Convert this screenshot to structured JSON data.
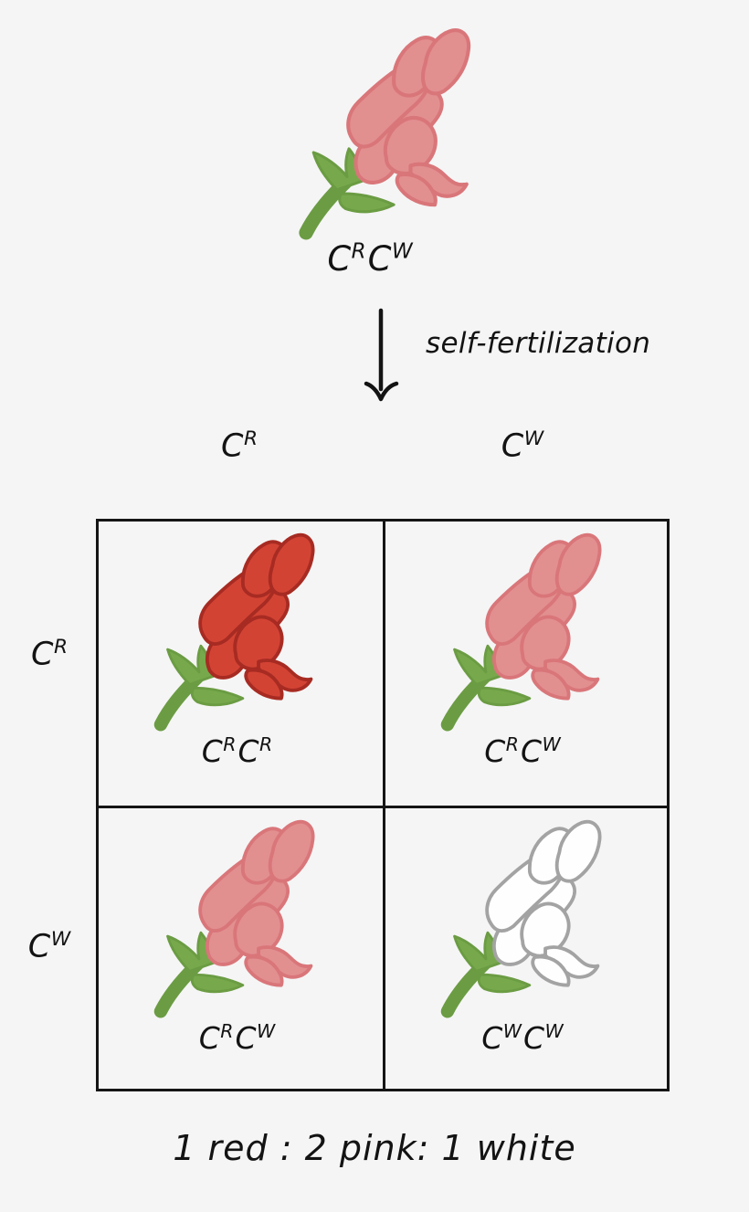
{
  "diagram": {
    "title_text_absent": true,
    "background_color": "#f5f5f5",
    "ink_color": "#131313"
  },
  "parent": {
    "genotype": {
      "allele1": {
        "letter": "C",
        "superscript": "R"
      },
      "allele2": {
        "letter": "C",
        "superscript": "W"
      }
    },
    "flower_name": "pink-snapdragon-flower",
    "flower_color": "pink"
  },
  "cross": {
    "arrow_name": "down-arrow",
    "label": "self-fertilization"
  },
  "punnett": {
    "column_headers": [
      {
        "letter": "C",
        "superscript": "R"
      },
      {
        "letter": "C",
        "superscript": "W"
      }
    ],
    "row_headers": [
      {
        "letter": "C",
        "superscript": "R"
      },
      {
        "letter": "C",
        "superscript": "W"
      }
    ],
    "cells": [
      {
        "id": "cell-1-1",
        "flower_color": "red",
        "flower_name": "red-snapdragon-flower",
        "genotype": {
          "allele1": {
            "letter": "C",
            "superscript": "R"
          },
          "allele2": {
            "letter": "C",
            "superscript": "R"
          }
        }
      },
      {
        "id": "cell-1-2",
        "flower_color": "pink",
        "flower_name": "pink-snapdragon-flower",
        "genotype": {
          "allele1": {
            "letter": "C",
            "superscript": "R"
          },
          "allele2": {
            "letter": "C",
            "superscript": "W"
          }
        }
      },
      {
        "id": "cell-2-1",
        "flower_color": "pink",
        "flower_name": "pink-snapdragon-flower",
        "genotype": {
          "allele1": {
            "letter": "C",
            "superscript": "R"
          },
          "allele2": {
            "letter": "C",
            "superscript": "W"
          }
        }
      },
      {
        "id": "cell-2-2",
        "flower_color": "white",
        "flower_name": "white-snapdragon-flower",
        "genotype": {
          "allele1": {
            "letter": "C",
            "superscript": "W"
          },
          "allele2": {
            "letter": "C",
            "superscript": "W"
          }
        }
      }
    ]
  },
  "ratio": {
    "caption": "1 red : 2 pink: 1 white"
  },
  "colors": {
    "red_fill": "#d34334",
    "red_stroke": "#a72b22",
    "pink_fill": "#e28f90",
    "pink_stroke": "#d9767a",
    "white_fill": "#fefefe",
    "white_stroke": "#a3a3a3",
    "green_fill": "#77a94c",
    "green_stroke": "#6b9c43",
    "ink": "#131313",
    "background": "#f5f5f5"
  }
}
